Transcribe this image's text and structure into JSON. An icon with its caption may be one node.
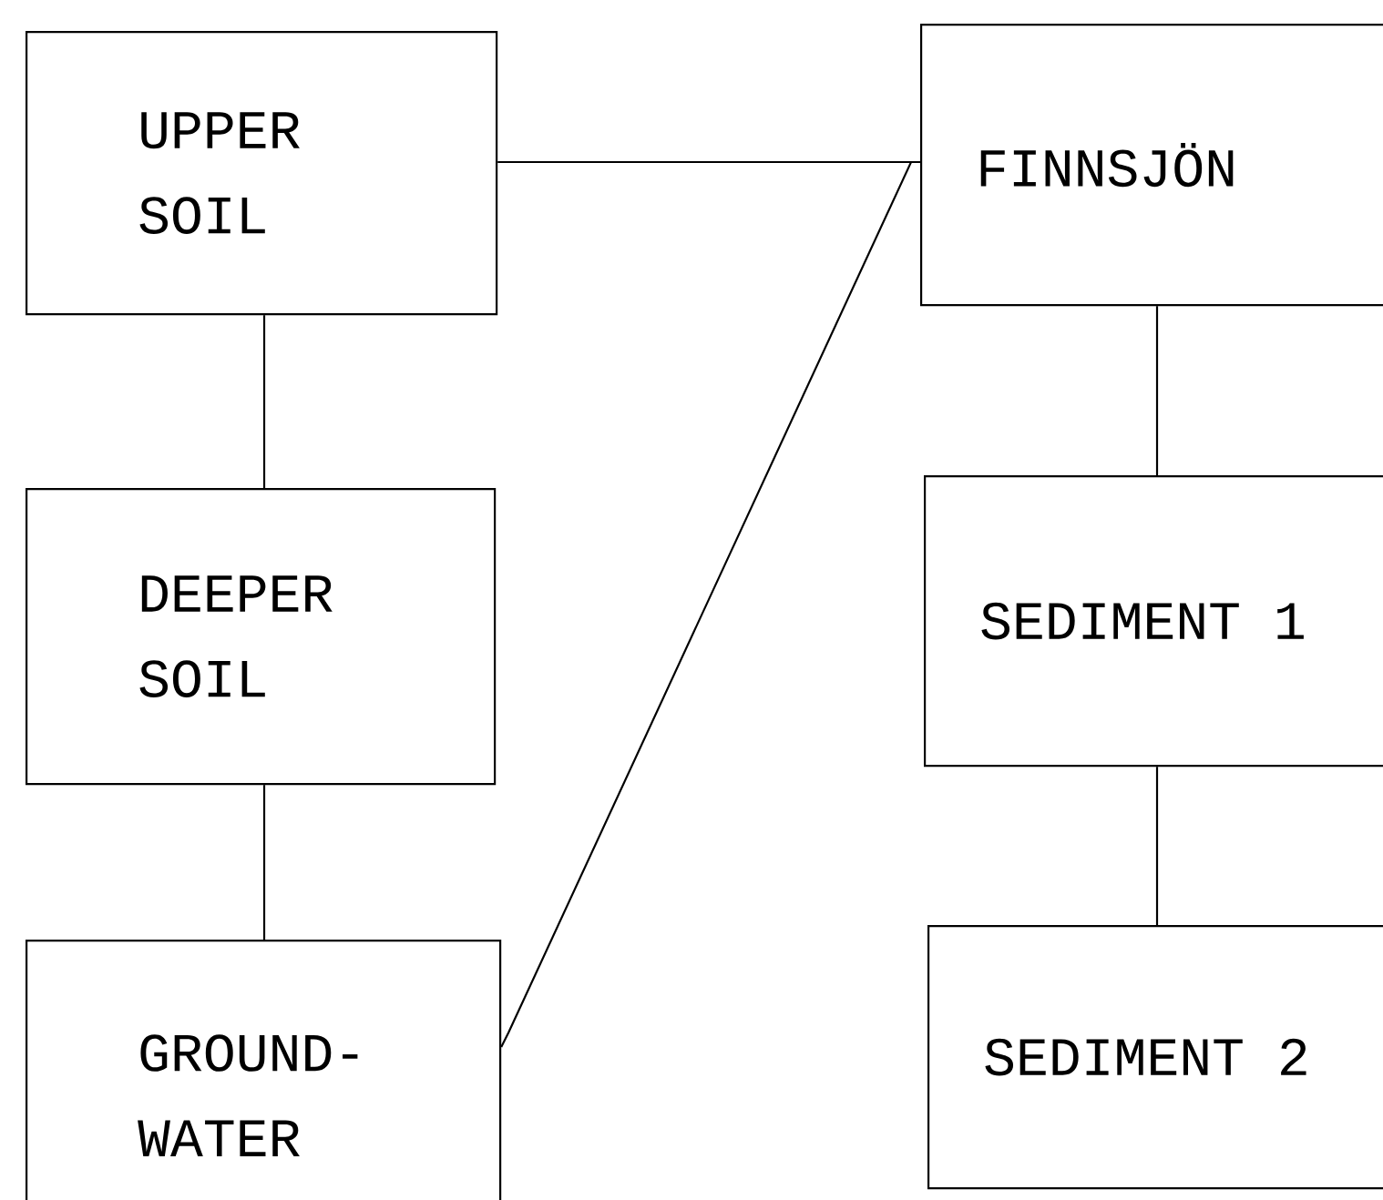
{
  "diagram": {
    "nodes": [
      {
        "text": [
          "UPPER SOIL"
        ]
      },
      {
        "text": [
          "DEEPER SOIL"
        ]
      },
      {
        "text": [
          "GROUND- WATER"
        ]
      },
      {
        "text": [
          "FINNSJÖN"
        ]
      },
      {
        "text": [
          "SEDIMENT 1"
        ]
      },
      {
        "text": [
          "SEDIMENT 2"
        ]
      }
    ],
    "edges": [
      {
        "from": 0,
        "to": 1,
        "arrow": "none"
      },
      {
        "from": 1,
        "to": 2,
        "arrow": "none"
      },
      {
        "from": 0,
        "to": 3,
        "arrow": "none"
      },
      {
        "from": 2,
        "to": 3,
        "arrow": "none"
      },
      {
        "from": 3,
        "to": 4,
        "arrow": "none"
      },
      {
        "from": 4,
        "to": 5,
        "arrow": "none"
      }
    ]
  }
}
